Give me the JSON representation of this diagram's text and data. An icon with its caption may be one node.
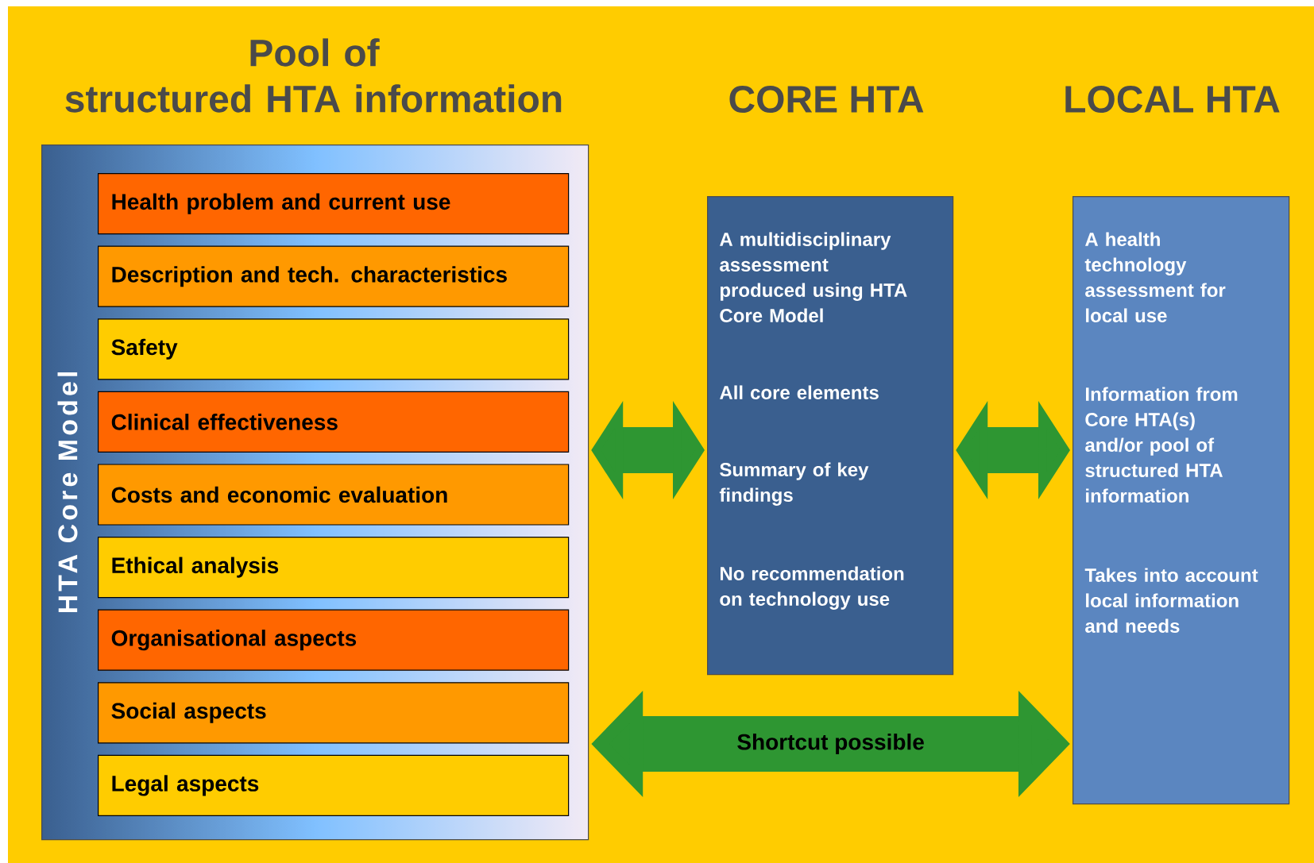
{
  "diagram": {
    "nodes": [
      {
        "text": [
          "Pool of structured HTA information",
          "HTA Core Model"
        ]
      },
      {
        "text": [
          "Health problem and current use"
        ],
        "in": 0
      },
      {
        "text": [
          "Description and tech. characteristics"
        ],
        "in": 0
      },
      {
        "text": [
          "Safety"
        ],
        "in": 0
      },
      {
        "text": [
          "Clinical effectiveness"
        ],
        "in": 0
      },
      {
        "text": [
          "Costs and economic evaluation"
        ],
        "in": 0
      },
      {
        "text": [
          "Ethical analysis"
        ],
        "in": 0
      },
      {
        "text": [
          "Organisational aspects"
        ],
        "in": 0
      },
      {
        "text": [
          "Social aspects"
        ],
        "in": 0
      },
      {
        "text": [
          "Legal aspects"
        ],
        "in": 0
      },
      {
        "text": [
          "CORE HTA",
          "A multidisciplinary assessment produced using HTA Core Model",
          "All core elements",
          "Summary of key findings",
          "No recommendation on technology use"
        ]
      },
      {
        "text": [
          "LOCAL HTA",
          "A health technology assessment for local use",
          "Information from Core HTA(s) and/or pool of structured HTA information",
          "Takes into account local information and needs"
        ]
      }
    ],
    "edges": [
      {
        "from": 0,
        "to": 10,
        "arrow": "both"
      },
      {
        "from": 10,
        "to": 11,
        "arrow": "both"
      },
      {
        "from": 0,
        "to": 11,
        "arrow": "both",
        "label": "Shortcut possible"
      }
    ]
  }
}
